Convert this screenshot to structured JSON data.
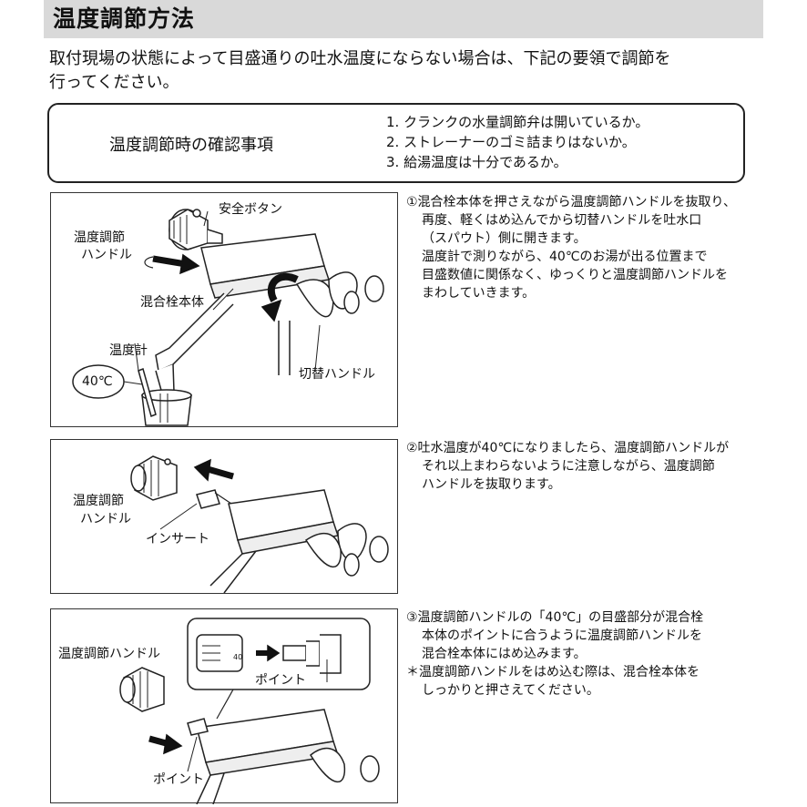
{
  "title": "温度調節方法",
  "intro": [
    "取付現場の状態によって目盛通りの吐水温度にならない場合は、下記の要領で調節を",
    "行ってください。"
  ],
  "check": {
    "title": "温度調節時の確認事項",
    "items": [
      "1. クランクの水量調節弁は開いているか。",
      "2. ストレーナーのゴミ詰まりはないか。",
      "3. 給湯温度は十分であるか。"
    ]
  },
  "panel1": {
    "safety_button": "安全ボタン",
    "handle": [
      "温度調節",
      "ハンドル"
    ],
    "body": "混合栓本体",
    "thermometer": "温度計",
    "temp": "40℃",
    "switch_handle": "切替ハンドル"
  },
  "panel2": {
    "handle": [
      "温度調節",
      "ハンドル"
    ],
    "insert": "インサート"
  },
  "panel3": {
    "handle": "温度調節ハンドル",
    "point_inset": "ポイント",
    "point": "ポイント",
    "scale": "40"
  },
  "steps": {
    "s1": [
      "①混合栓本体を押さえながら温度調節ハンドルを抜取り、",
      "再度、軽くはめ込んでから切替ハンドルを吐水口",
      "（スパウト）側に開きます。",
      "温度計で測りながら、40℃のお湯が出る位置まで",
      "目盛数値に関係なく、ゆっくりと温度調節ハンドルを",
      "まわしていきます。"
    ],
    "s2": [
      "②吐水温度が40℃になりましたら、温度調節ハンドルが",
      "それ以上まわらないように注意しながら、温度調節",
      "ハンドルを抜取ります。"
    ],
    "s3": [
      "③温度調節ハンドルの「40℃」の目盛部分が混合栓",
      "本体のポイントに合うように温度調節ハンドルを",
      "混合栓本体にはめ込みます。",
      "＊温度調節ハンドルをはめ込む際は、混合栓本体を",
      "しっかりと押さえてください。"
    ]
  }
}
